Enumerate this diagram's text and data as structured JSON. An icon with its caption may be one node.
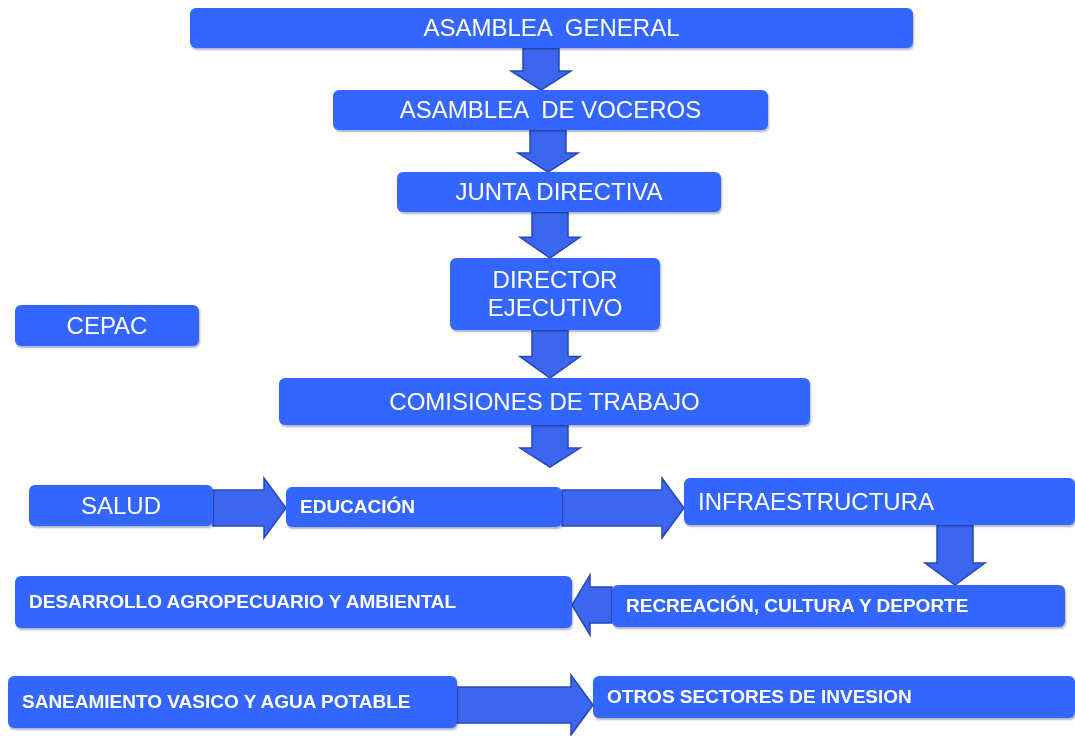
{
  "diagram": {
    "nodes": [
      {
        "text": [
          "ASAMBLEA  GENERAL"
        ]
      },
      {
        "text": [
          "ASAMBLEA  DE VOCEROS"
        ]
      },
      {
        "text": [
          "JUNTA DIRECTIVA"
        ]
      },
      {
        "text": [
          "DIRECTOR EJECUTIVO"
        ]
      },
      {
        "text": [
          "CEPAC"
        ]
      },
      {
        "text": [
          "COMISIONES DE TRABAJO"
        ]
      },
      {
        "text": [
          "SALUD"
        ]
      },
      {
        "text": [
          "EDUCACIÓN"
        ]
      },
      {
        "text": [
          "INFRAESTRUCTURA"
        ]
      },
      {
        "text": [
          "DESARROLLO AGROPECUARIO Y AMBIENTAL"
        ]
      },
      {
        "text": [
          "RECREACIÓN, CULTURA Y DEPORTE"
        ]
      },
      {
        "text": [
          "SANEAMIENTO VASICO Y AGUA POTABLE"
        ]
      },
      {
        "text": [
          "OTROS SECTORES DE INVESION"
        ]
      }
    ],
    "edges": [
      {
        "from": 0,
        "to": 1,
        "arrow": "to"
      },
      {
        "from": 1,
        "to": 2,
        "arrow": "to"
      },
      {
        "from": 2,
        "to": 3,
        "arrow": "to"
      },
      {
        "from": 3,
        "to": 5,
        "arrow": "to"
      },
      {
        "from": 5,
        "to": null,
        "arrow": "to"
      },
      {
        "from": 6,
        "to": 7,
        "arrow": "to"
      },
      {
        "from": 7,
        "to": 8,
        "arrow": "to"
      },
      {
        "from": 8,
        "to": 10,
        "arrow": "to"
      },
      {
        "from": 10,
        "to": 9,
        "arrow": "to"
      },
      {
        "from": 11,
        "to": 12,
        "arrow": "to"
      }
    ]
  }
}
